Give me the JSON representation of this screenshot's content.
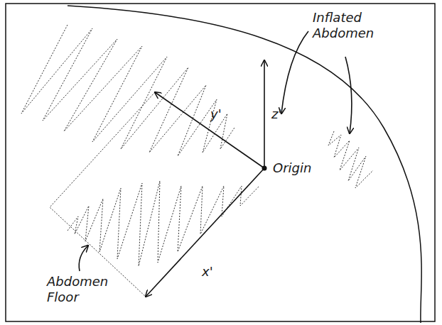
{
  "diagram": {
    "labels": [
      "Inflated Abdomen",
      "z'",
      "y'",
      "x'",
      "Origin",
      "Abdomen Floor"
    ]
  }
}
